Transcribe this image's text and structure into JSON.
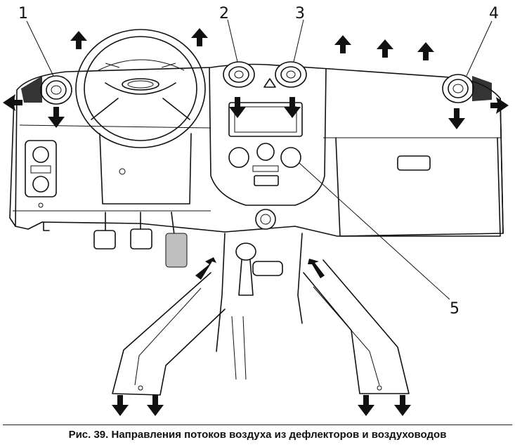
{
  "figure": {
    "callouts": [
      {
        "id": "callout-1",
        "label": "1"
      },
      {
        "id": "callout-2",
        "label": "2"
      },
      {
        "id": "callout-3",
        "label": "3"
      },
      {
        "id": "callout-4",
        "label": "4"
      },
      {
        "id": "callout-5",
        "label": "5"
      }
    ],
    "caption": "Рис. 39. Направления потоков воздуха из дефлекторов и воздуховодов"
  }
}
